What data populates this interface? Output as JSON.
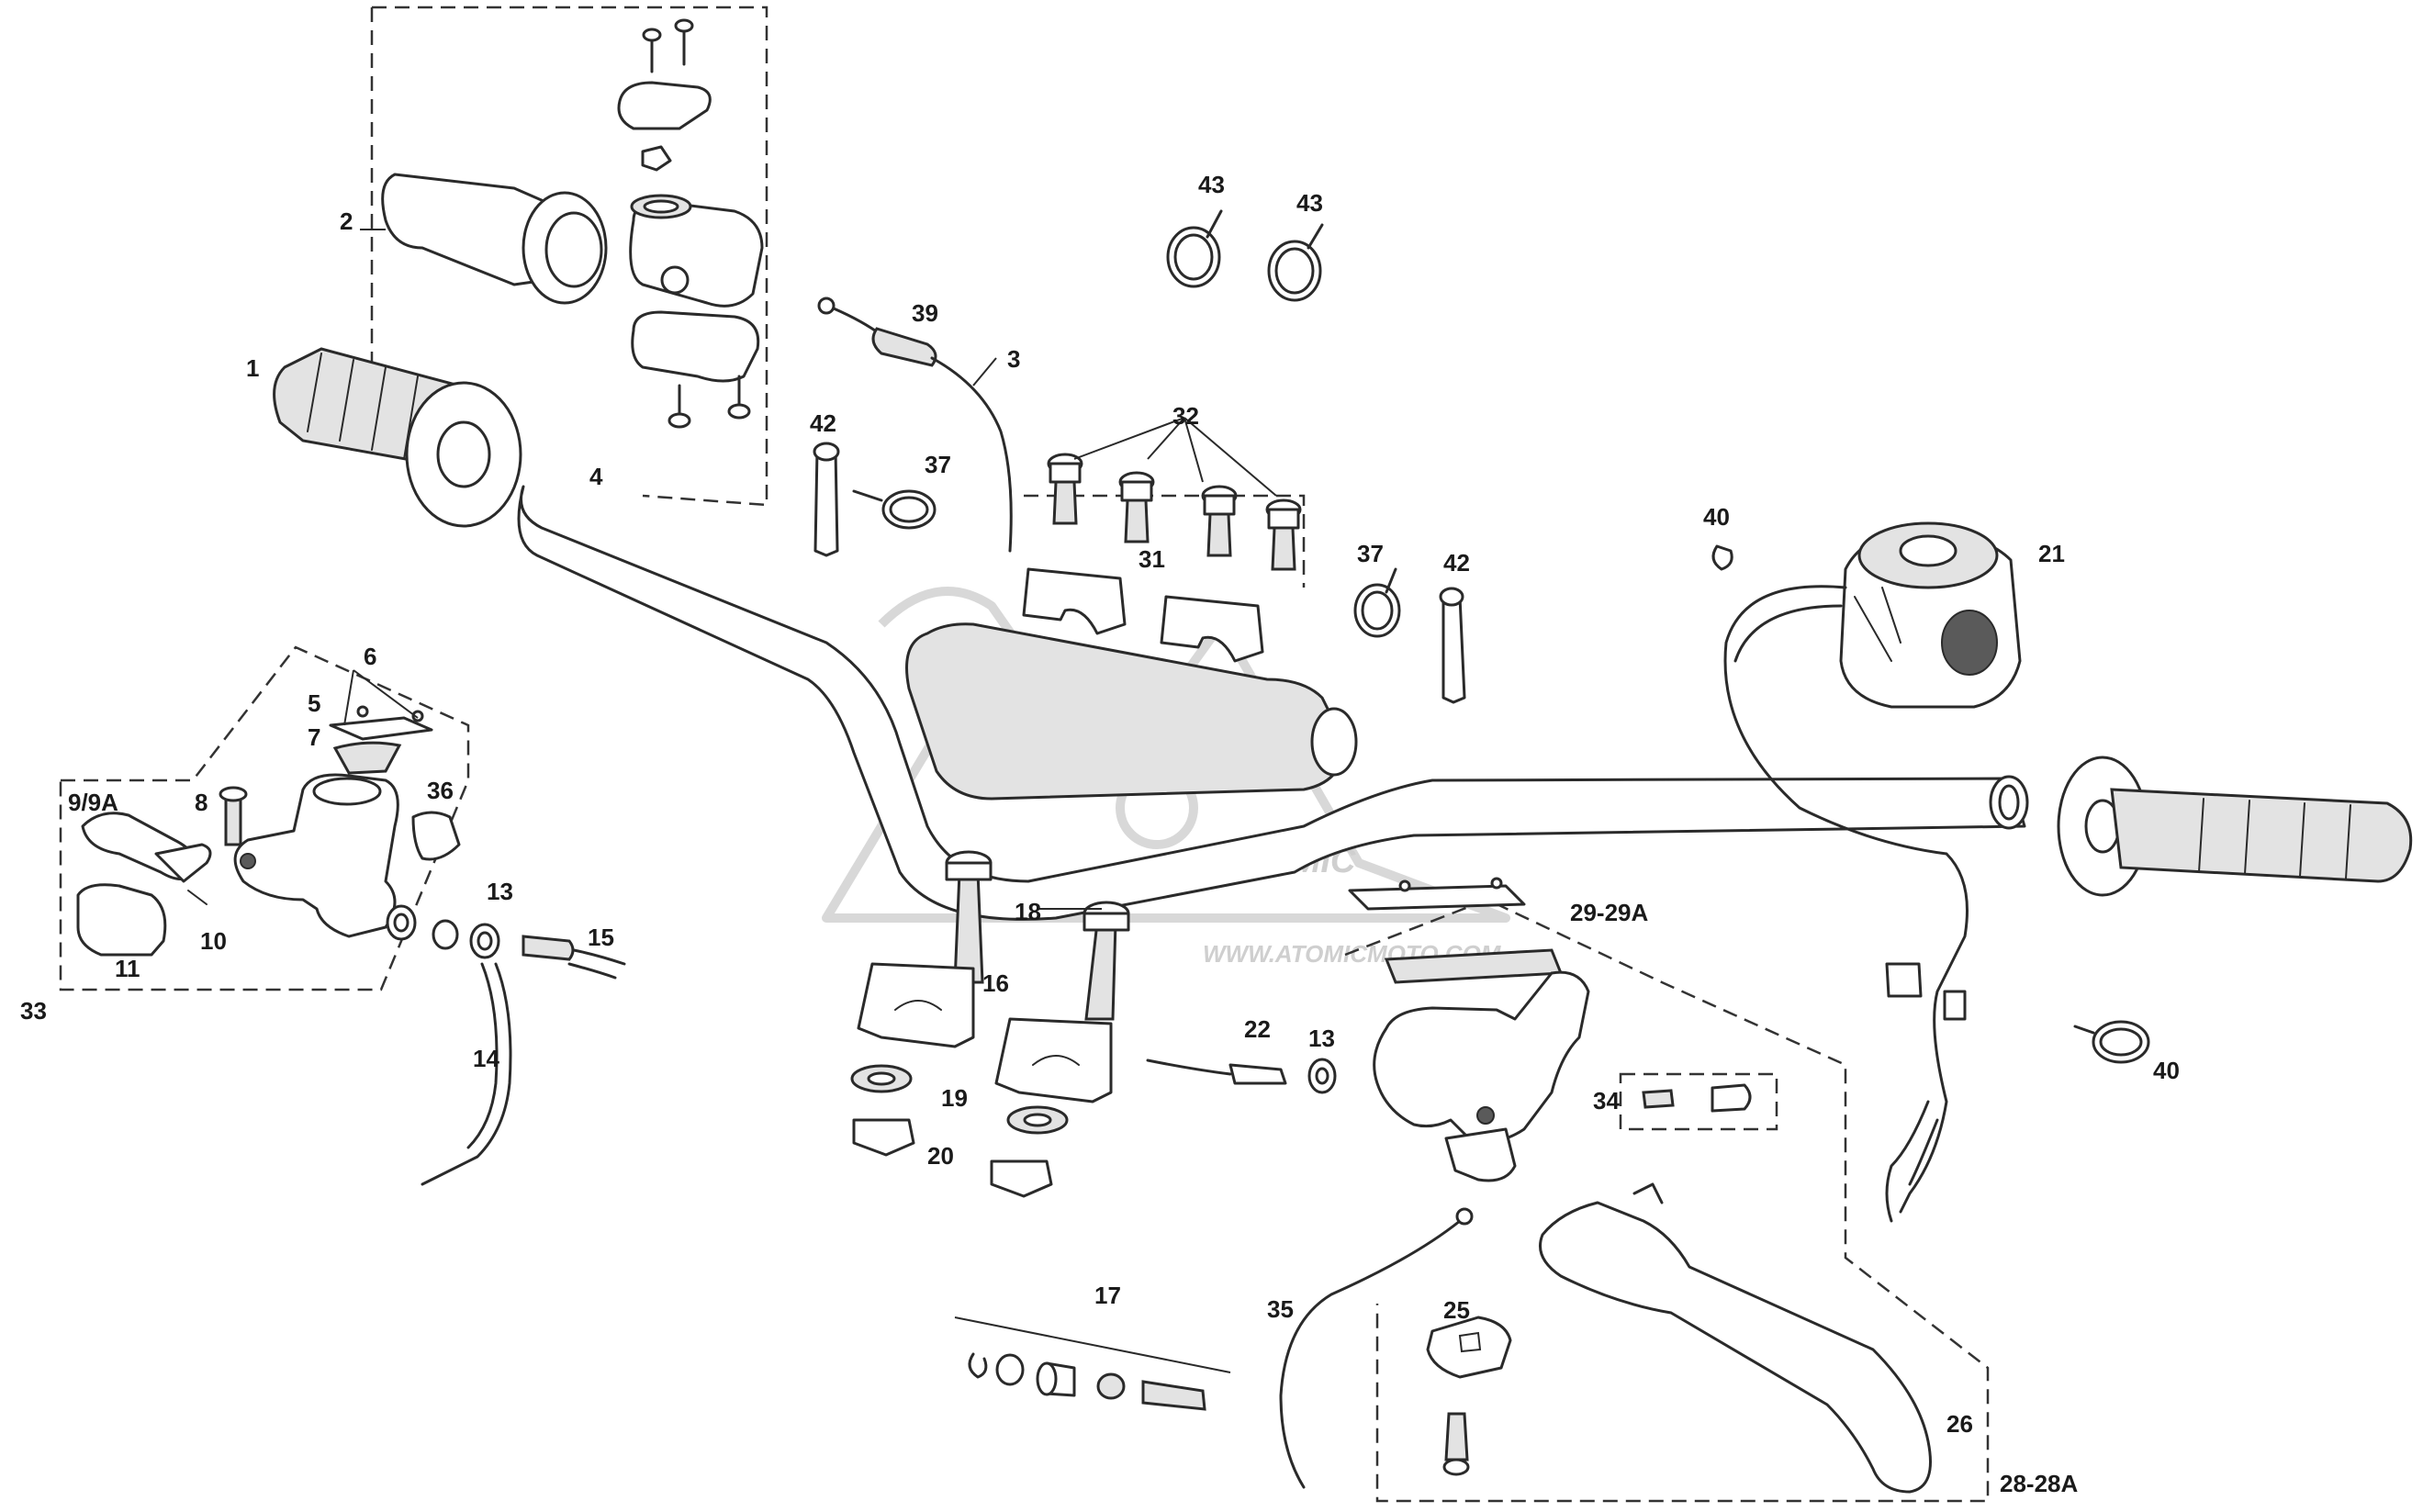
{
  "diagram": {
    "title": "",
    "watermark": {
      "brand": "ATOMIC",
      "url": "WWW.ATOMICMOTO.COM"
    },
    "callouts": [
      {
        "id": "c1",
        "text": "1"
      },
      {
        "id": "c2",
        "text": "2"
      },
      {
        "id": "c3",
        "text": "3"
      },
      {
        "id": "c4",
        "text": "4"
      },
      {
        "id": "c5",
        "text": "5"
      },
      {
        "id": "c6",
        "text": "6"
      },
      {
        "id": "c7",
        "text": "7"
      },
      {
        "id": "c8",
        "text": "8"
      },
      {
        "id": "c9",
        "text": "9/9A"
      },
      {
        "id": "c10",
        "text": "10"
      },
      {
        "id": "c11",
        "text": "11"
      },
      {
        "id": "c13a",
        "text": "13"
      },
      {
        "id": "c13b",
        "text": "13"
      },
      {
        "id": "c14",
        "text": "14"
      },
      {
        "id": "c15",
        "text": "15"
      },
      {
        "id": "c16",
        "text": "16"
      },
      {
        "id": "c17",
        "text": "17"
      },
      {
        "id": "c18",
        "text": "18"
      },
      {
        "id": "c19",
        "text": "19"
      },
      {
        "id": "c20",
        "text": "20"
      },
      {
        "id": "c21",
        "text": "21"
      },
      {
        "id": "c22",
        "text": "22"
      },
      {
        "id": "c25",
        "text": "25"
      },
      {
        "id": "c26",
        "text": "26"
      },
      {
        "id": "c28",
        "text": "28-28A"
      },
      {
        "id": "c29",
        "text": "29-29A"
      },
      {
        "id": "c31",
        "text": "31"
      },
      {
        "id": "c32",
        "text": "32"
      },
      {
        "id": "c33",
        "text": "33"
      },
      {
        "id": "c34",
        "text": "34"
      },
      {
        "id": "c35",
        "text": "35"
      },
      {
        "id": "c36",
        "text": "36"
      },
      {
        "id": "c37a",
        "text": "37"
      },
      {
        "id": "c37b",
        "text": "37"
      },
      {
        "id": "c39",
        "text": "39"
      },
      {
        "id": "c40a",
        "text": "40"
      },
      {
        "id": "c40b",
        "text": "40"
      },
      {
        "id": "c42a",
        "text": "42"
      },
      {
        "id": "c42b",
        "text": "42"
      },
      {
        "id": "c43a",
        "text": "43"
      },
      {
        "id": "c43b",
        "text": "43"
      }
    ]
  }
}
